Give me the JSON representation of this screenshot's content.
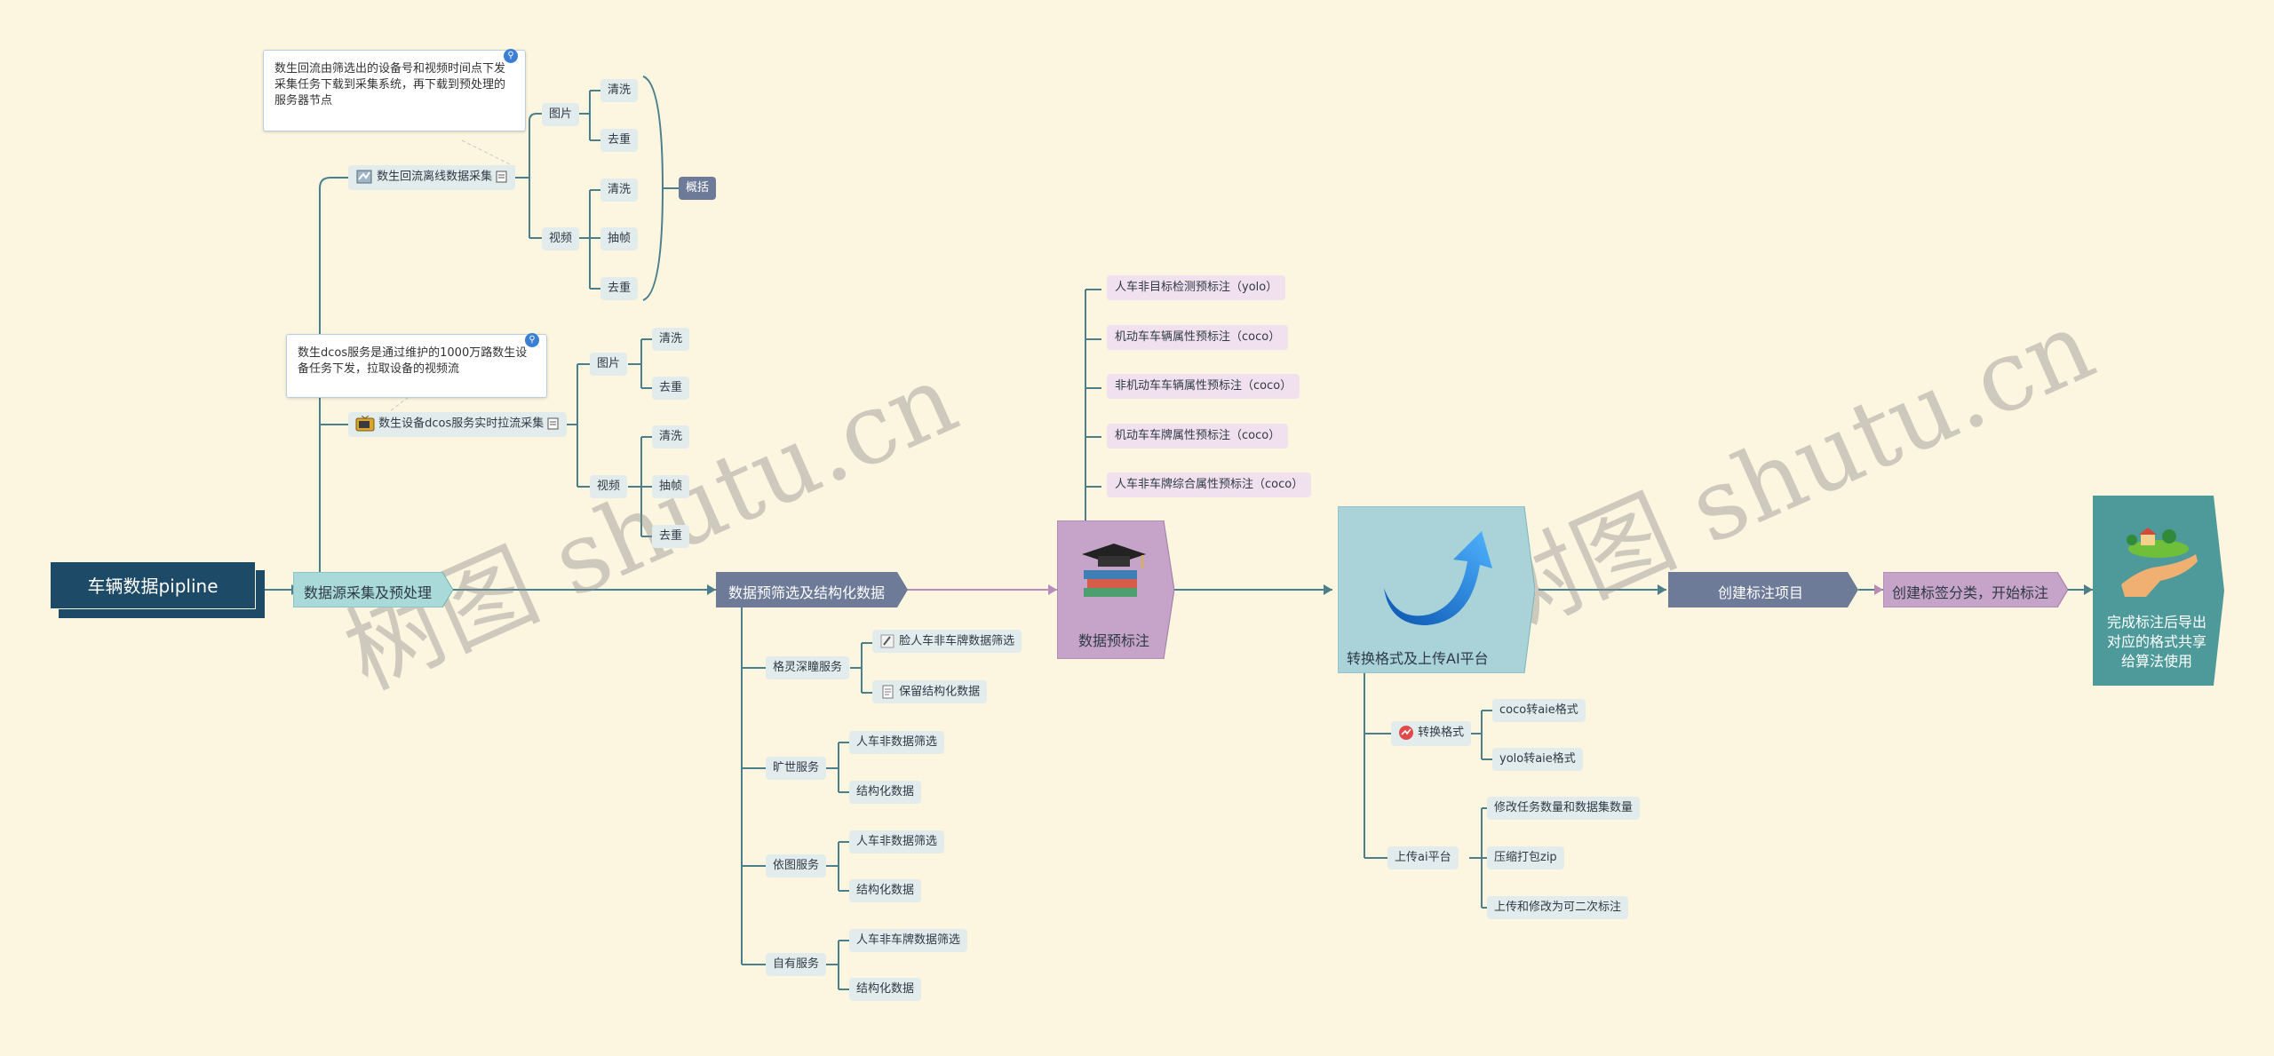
{
  "root": {
    "label": "车辆数据pipline"
  },
  "stage1": {
    "label": "数据源采集及预处理"
  },
  "branch_a": {
    "label": "数生回流离线数据采集",
    "note": "数生回流由筛选出的设备号和视频时间点下发采集任务下载到采集系统，再下载到预处理的服务器节点",
    "image": {
      "label": "图片",
      "items": [
        "清洗",
        "去重"
      ]
    },
    "video": {
      "label": "视频",
      "items": [
        "清洗",
        "抽帧",
        "去重"
      ]
    },
    "summary": "概括"
  },
  "branch_b": {
    "label": "数生设备dcos服务实时拉流采集",
    "note": "数生dcos服务是通过维护的1000万路数生设备任务下发，拉取设备的视频流",
    "image": {
      "label": "图片",
      "items": [
        "清洗",
        "去重"
      ]
    },
    "video": {
      "label": "视频",
      "items": [
        "清洗",
        "抽帧",
        "去重"
      ]
    }
  },
  "stage2": {
    "label": "数据预筛选及结构化数据",
    "services": [
      {
        "label": "格灵深瞳服务",
        "items": [
          "脸人车非车牌数据筛选",
          "保留结构化数据"
        ]
      },
      {
        "label": "旷世服务",
        "items": [
          "人车非数据筛选",
          "结构化数据"
        ]
      },
      {
        "label": "依图服务",
        "items": [
          "人车非数据筛选",
          "结构化数据"
        ]
      },
      {
        "label": "自有服务",
        "items": [
          "人车非车牌数据筛选",
          "结构化数据"
        ]
      }
    ]
  },
  "stage3": {
    "label": "数据预标注",
    "items": [
      "人车非目标检测预标注（yolo）",
      "机动车车辆属性预标注（coco）",
      "非机动车车辆属性预标注（coco）",
      "机动车车牌属性预标注（coco）",
      "人车非车牌综合属性预标注（coco）"
    ]
  },
  "stage4": {
    "label": "转换格式及上传AI平台",
    "convert": {
      "label": "转换格式",
      "items": [
        "coco转aie格式",
        "yolo转aie格式"
      ]
    },
    "upload": {
      "label": "上传ai平台",
      "items": [
        "修改任务数量和数据集数量",
        "压缩打包zip",
        "上传和修改为可二次标注"
      ]
    }
  },
  "stage5": {
    "label": "创建标注项目"
  },
  "stage6": {
    "label": "创建标签分类，开始标注"
  },
  "stage7": {
    "label": "完成标注后导出对应的格式共享给算法使用"
  },
  "watermarks": [
    "树图 shutu.cn",
    "树图 shutu.cn"
  ],
  "icons": {
    "pin": "pin-icon",
    "flow": "bucket-icon",
    "tv": "tv-icon",
    "note": "note-icon",
    "pencil": "pencil-icon",
    "doc": "document-icon",
    "books": "graduation-books-icon",
    "arrow": "blue-arrow-icon",
    "hand": "hand-earth-icon",
    "convert": "chart-icon"
  },
  "colors": {
    "background": "#fcf6e1",
    "root": "#1d4a66",
    "stage1": "#a9d9d8",
    "stage2": "#6d7a98",
    "stage3": "#c6a3c9",
    "stage4": "#a9d3d8",
    "stage5": "#6d7a98",
    "stage6": "#c6a3c9",
    "stage7": "#4e9a9a",
    "line": "#4b7f8b"
  }
}
